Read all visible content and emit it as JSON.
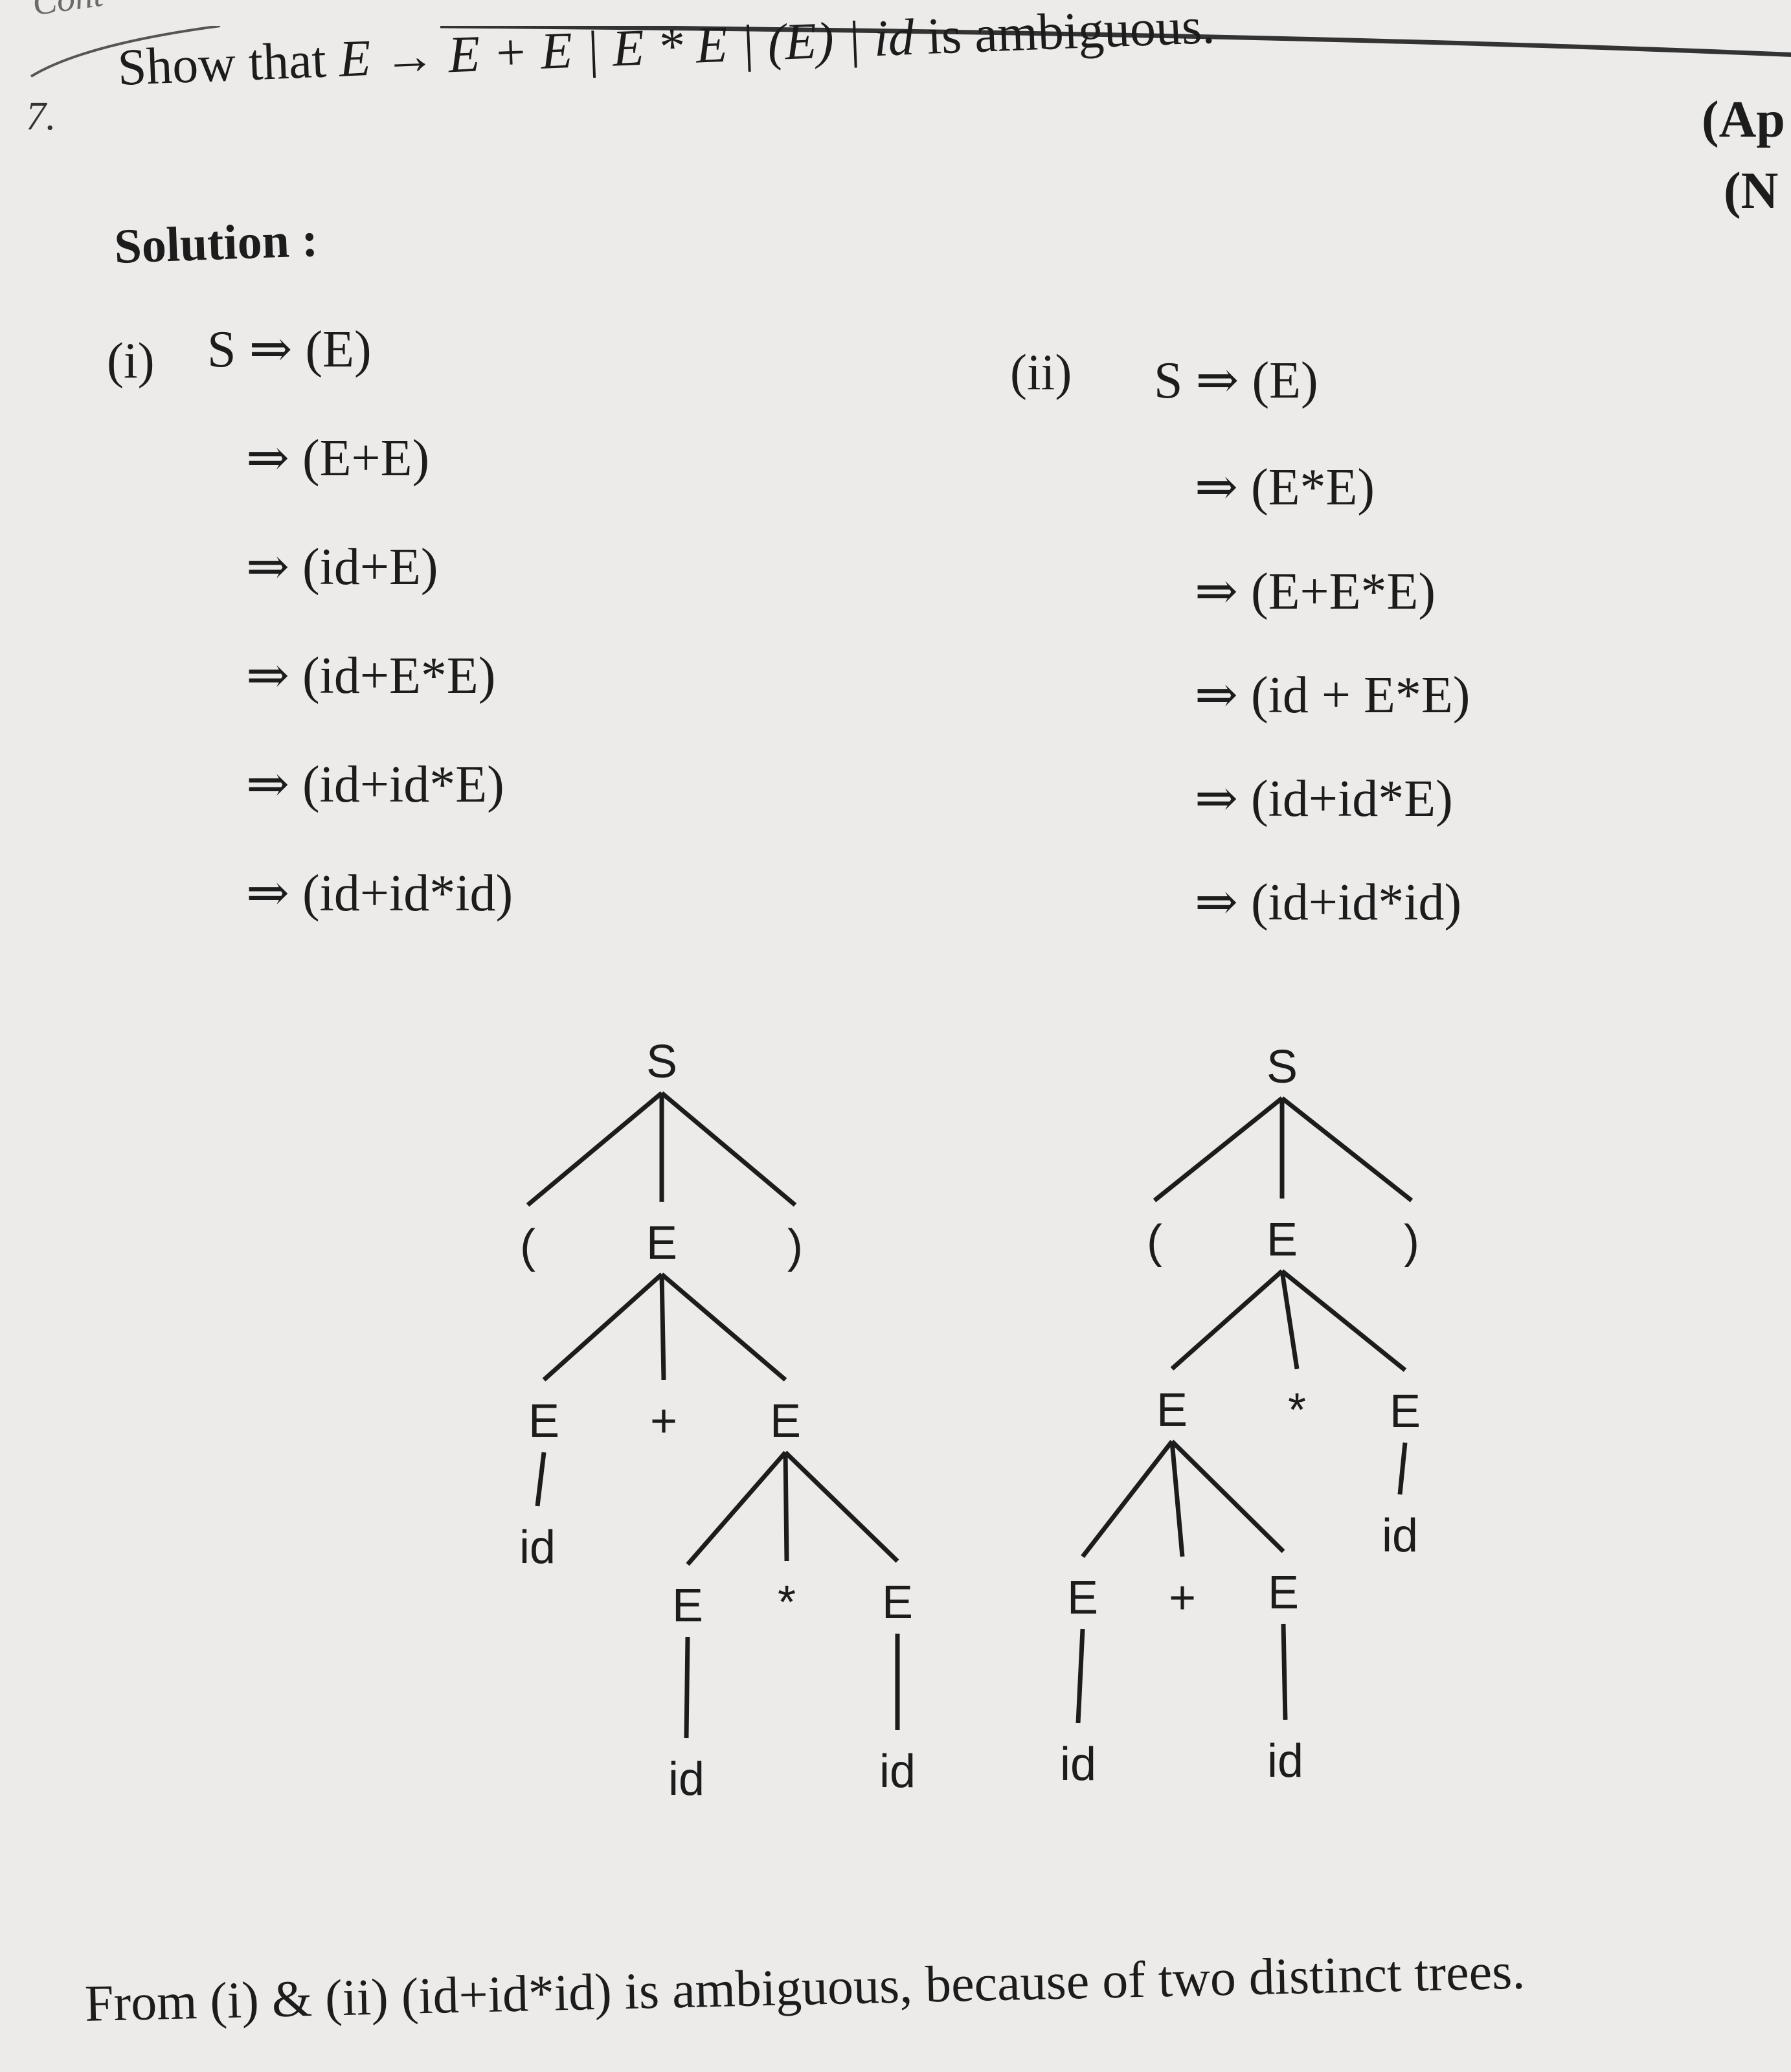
{
  "header": {
    "corner_text": "Cont"
  },
  "question": {
    "number": "7.",
    "prefix": "Show that ",
    "grammar": "E → E + E | E * E | (E) | id",
    "suffix": " is ambiguous.",
    "margin_tags": [
      "(Ap",
      "(N"
    ]
  },
  "solution": {
    "heading": "Solution :",
    "derivations": [
      {
        "label": "(i)",
        "start": "S ⇒ (E)",
        "steps": [
          "⇒ (E+E)",
          "⇒ (id+E)",
          "⇒ (id+E*E)",
          "⇒ (id+id*E)",
          "⇒ (id+id*id)"
        ]
      },
      {
        "label": "(ii)",
        "start": "S ⇒ (E)",
        "steps": [
          "⇒ (E*E)",
          "⇒ (E+E*E)",
          "⇒ (id + E*E)",
          "⇒ (id+id*E)",
          "⇒ (id+id*id)"
        ]
      }
    ]
  },
  "trees": [
    {
      "nodes": [
        {
          "id": "a0",
          "label": "S"
        },
        {
          "id": "a1",
          "label": "("
        },
        {
          "id": "a2",
          "label": "E"
        },
        {
          "id": "a3",
          "label": ")"
        },
        {
          "id": "a4",
          "label": "E"
        },
        {
          "id": "a5",
          "label": "+"
        },
        {
          "id": "a6",
          "label": "E"
        },
        {
          "id": "a7",
          "label": "id"
        },
        {
          "id": "a8",
          "label": "E"
        },
        {
          "id": "a9",
          "label": "*"
        },
        {
          "id": "a10",
          "label": "E"
        },
        {
          "id": "a11",
          "label": "id"
        },
        {
          "id": "a12",
          "label": "id"
        }
      ],
      "edges": [
        [
          "a0",
          "a1"
        ],
        [
          "a0",
          "a2"
        ],
        [
          "a0",
          "a3"
        ],
        [
          "a2",
          "a4"
        ],
        [
          "a2",
          "a5"
        ],
        [
          "a2",
          "a6"
        ],
        [
          "a4",
          "a7"
        ],
        [
          "a6",
          "a8"
        ],
        [
          "a6",
          "a9"
        ],
        [
          "a6",
          "a10"
        ],
        [
          "a8",
          "a11"
        ],
        [
          "a10",
          "a12"
        ]
      ]
    },
    {
      "nodes": [
        {
          "id": "b0",
          "label": "S"
        },
        {
          "id": "b1",
          "label": "("
        },
        {
          "id": "b2",
          "label": "E"
        },
        {
          "id": "b3",
          "label": ")"
        },
        {
          "id": "b4",
          "label": "E"
        },
        {
          "id": "b5",
          "label": "*"
        },
        {
          "id": "b6",
          "label": "E"
        },
        {
          "id": "b7",
          "label": "id"
        },
        {
          "id": "b8",
          "label": "E"
        },
        {
          "id": "b9",
          "label": "+"
        },
        {
          "id": "b10",
          "label": "E"
        },
        {
          "id": "b11",
          "label": "id"
        },
        {
          "id": "b12",
          "label": "id"
        }
      ],
      "edges": [
        [
          "b0",
          "b1"
        ],
        [
          "b0",
          "b2"
        ],
        [
          "b0",
          "b3"
        ],
        [
          "b2",
          "b4"
        ],
        [
          "b2",
          "b5"
        ],
        [
          "b2",
          "b6"
        ],
        [
          "b6",
          "b7"
        ],
        [
          "b4",
          "b8"
        ],
        [
          "b4",
          "b9"
        ],
        [
          "b4",
          "b10"
        ],
        [
          "b8",
          "b11"
        ],
        [
          "b10",
          "b12"
        ]
      ]
    }
  ],
  "conclusion": "From (i) & (ii) (id+id*id) is ambiguous, because of two distinct trees."
}
